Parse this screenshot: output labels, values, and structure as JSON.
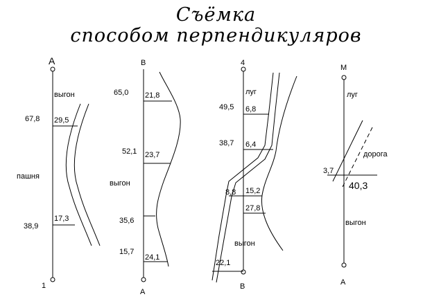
{
  "title": {
    "line1": "Съёмка",
    "line2": "способом перпендикуляров"
  },
  "panels": [
    {
      "id": "p1",
      "top_label": "А",
      "bottom_label": "1",
      "landuse": [
        "выгон",
        "пашня"
      ],
      "chainages": [
        "67,8",
        "38,9"
      ],
      "offsets": [
        "29,5",
        "17,3"
      ]
    },
    {
      "id": "p2",
      "top_label": "В",
      "bottom_label": "А",
      "landuse": [
        "выгон"
      ],
      "chainages": [
        "65,0",
        "52,1",
        "35,6",
        "15,7"
      ],
      "offsets": [
        "21,8",
        "23,7",
        "24,1"
      ]
    },
    {
      "id": "p3",
      "top_label": "4",
      "bottom_label": "В",
      "landuse": [
        "луг",
        "выгон"
      ],
      "chainages": [
        "49,5",
        "38,7",
        "8,8",
        "22,1"
      ],
      "offsets": [
        "6,8",
        "6,4",
        "15,2",
        "27,8"
      ]
    },
    {
      "id": "p4",
      "top_label": "М",
      "bottom_label": "А",
      "landuse": [
        "луг",
        "дорога",
        "выгон"
      ],
      "chainages": [
        "3,7"
      ],
      "offsets": [
        "40,3"
      ]
    }
  ]
}
